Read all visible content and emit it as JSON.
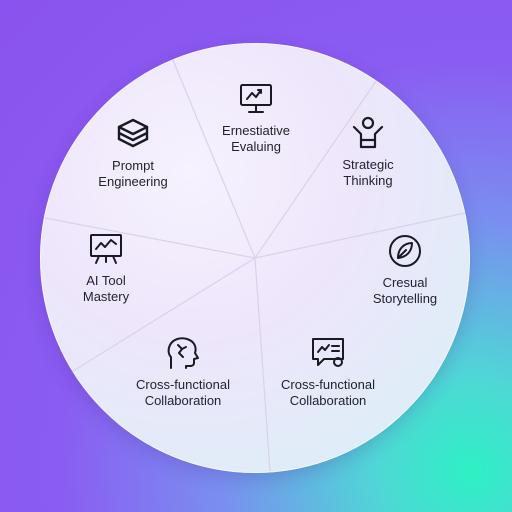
{
  "segments": [
    {
      "id": "creative-evaluating",
      "icon": "monitor-chart-icon",
      "label": "Ernestiative\nEvaluing"
    },
    {
      "id": "strategic-thinking",
      "icon": "person-raised-arms-icon",
      "label": "Strategic\nThinking"
    },
    {
      "id": "creative-storytelling",
      "icon": "leaf-circle-icon",
      "label": "Cresual\nStorytelling"
    },
    {
      "id": "cross-functional-right",
      "icon": "chat-screen-icon",
      "label": "Cross-functional\nCollaboration"
    },
    {
      "id": "cross-functional-left",
      "icon": "head-profile-icon",
      "label": "Cross-functional\nCollaboration"
    },
    {
      "id": "ai-tool-mastery",
      "icon": "presentation-board-icon",
      "label": "AI Tool\nMastery"
    },
    {
      "id": "prompt-engineering",
      "icon": "layers-stack-icon",
      "label": "Prompt\nEngineering"
    }
  ]
}
